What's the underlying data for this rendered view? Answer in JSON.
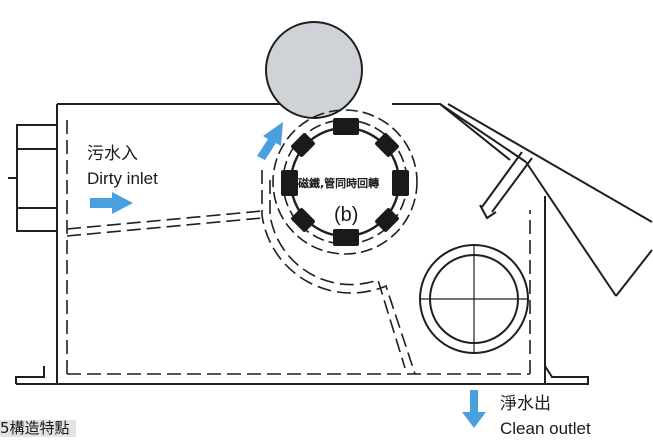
{
  "labels": {
    "inlet_zh": "污水入",
    "inlet_en": "Dirty inlet",
    "drum_text": "磁鐵,管同時回轉",
    "drum_tag": "(b)",
    "outlet_zh": "淨水出",
    "outlet_en": "Clean outlet",
    "caption": "5構造特點"
  },
  "colors": {
    "line": "#1f1f1f",
    "arrow": "#4a9fdf",
    "roller": "#cfd3d7",
    "magnet": "#1a1a1a",
    "caption_bg": "#e3e3e3"
  }
}
